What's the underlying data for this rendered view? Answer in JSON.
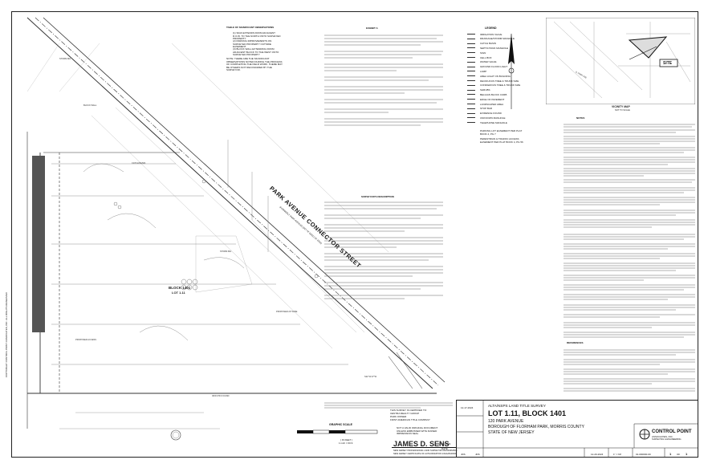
{
  "road": {
    "name": "PARK AVENUE CONNECTOR STREET",
    "sub": "(FORMERLY PARK AVENUE)\n(SET AT DEED OF 1916)"
  },
  "block_label": {
    "line1": "BLOCK 1401",
    "line2": "LOT 1.11"
  },
  "site_label": "SITE",
  "vicinity": {
    "title": "VICINITY MAP",
    "sub": "NOT TO SCALE",
    "road": "S. PARK AVE"
  },
  "legend": {
    "title": "LEGEND",
    "items": [
      "IRRIGATION VALVE",
      "DRAINAGE/STORM MANHOLE",
      "CATCH BASIN",
      "SEPTIC/TANK MANHOLE",
      "SIGN",
      "CELL BOX",
      "WATER VALVE",
      "GROUND FLOOD LIGHT",
      "LAMP",
      "AREA LIGHT ON BUILDING",
      "DECIDUOUS TREE & TRUNK SIZE",
      "CONIFEROUS TREE & TRUNK SIZE",
      "SHRUBS",
      "BELGIAN BLOCK CURB",
      "EDGE OF PAVEMENT",
      "LANDSCAPED AREA",
      "STOP BAR",
      "EVIDENCE FOUND",
      "UNKNOWN MANHOLE",
      "TELEPHONE MANHOLE"
    ],
    "easement_1": "PARKING LOT EASEMENT PER PLAT BOOK 4, PG 7",
    "easement_2": "PEDESTRIAN & TRAFFIC ACCESS EASEMENT PER PLAT BOOK 4, PG 56"
  },
  "observations": {
    "title": "TABLE OF SIGNIFICANT OBSERVATIONS",
    "items": [
      "(1) SIGN EXTENDS FROM ADJACENT R.O.W. TO THE NORTH ONTO SURVEYED PROPERTY",
      "(2) PARKING IMPROVEMENTS ON SURVEYED PROPERTY OUTSIDE EASEMENT",
      "(3) BLOCK WALL EXTENDING FROM ADJACENT BLOCK TO THE WEST ONTO SURVEYED PROPERTY"
    ],
    "note": "NOTE: THERE ARE THE SIGNIFICANT OBSERVATIONS NOTED DURING THE PROCESS OF COMPLETING THE FIELD WORK. THERE MAY BE OTHERS NOT RECOGNIZED BY THE SURVEYOR."
  },
  "exhibit_a": {
    "title": "EXHIBIT A"
  },
  "surveyor_desc": {
    "title": "SURVEYOR'S DESCRIPTION"
  },
  "notes": {
    "title": "NOTES",
    "references": "REFERENCES"
  },
  "scale": {
    "title": "GRAPHIC SCALE",
    "unit": "( IN FEET )",
    "ratio": "1 inch = 60 ft."
  },
  "certified": {
    "line1": "THIS SURVEY IS CERTIFIED TO:",
    "line2": "CENTRA REALTY GROUP",
    "line3": "PARK OWNER",
    "line4": "FIRST AMERICAN TITLE COMPANY"
  },
  "stamp_note": "NOT A VALID ORIGINAL DOCUMENT UNLESS EMBOSSED WITH RAISED IMPRESSION SEAL",
  "signature": {
    "name": "JAMES D. SENS",
    "title1": "NEW JERSEY PROFESSIONAL LAND SURVEYOR 24GS04362500",
    "title2": "NEW JERSEY CERTIFICATE OF AUTHORIZATION 24GA28100300",
    "date": "12-20-2024",
    "date_label": "DATE"
  },
  "title_block": {
    "survey_type": "ALTA/NSPS LAND TITLE SURVEY",
    "lot": "LOT 1.11, BLOCK 1401",
    "address": "120 PARK AVENUE",
    "borough": "BOROUGH OF FLORHAM PARK, MORRIS COUNTY",
    "state": "STATE OF NEW JERSEY",
    "company": "CONTROL POINT",
    "company_sub": "ASSOCIATES, INC.",
    "company_line": "SURVEYING & ENGINEERING",
    "date": "12-20-2024",
    "scale": "1\" = 60'",
    "job": "01-000000-00",
    "sheet": "1",
    "of": "1",
    "sheet_label": "OF",
    "drawn": "JDS",
    "checked": "JDS",
    "issue_date": "12-17-2024"
  },
  "side_text": "COPYRIGHT CONTROL POINT ASSOCIATES, INC. ALL RIGHTS RESERVED"
}
